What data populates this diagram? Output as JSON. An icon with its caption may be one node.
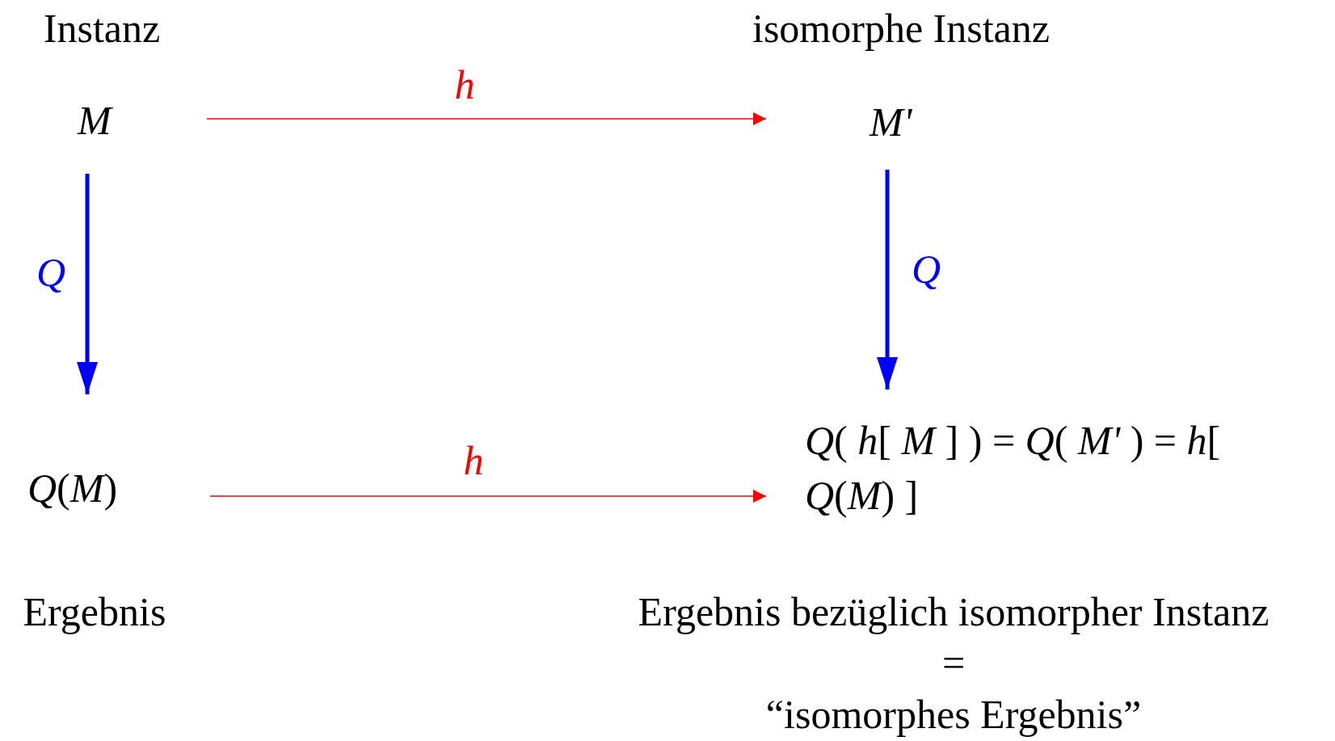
{
  "diagram": {
    "nodes": [
      {
        "text": [
          "M"
        ],
        "beside": [
          "Instanz"
        ]
      },
      {
        "text": [
          "M'"
        ],
        "beside": [
          "isomorphe Instanz"
        ]
      },
      {
        "text": [
          "*Q*(*M*)"
        ],
        "beside": [
          "Ergebnis"
        ]
      },
      {
        "text": [
          "*Q*( *h*[ *M* ] ) = *Q*( *M'* ) = *h*[ *Q*(*M*) ]"
        ],
        "beside": [
          "Ergebnis bezüglich isomorpher Instanz",
          "=",
          "“isomorphes Ergebnis”"
        ]
      }
    ],
    "edges": [
      {
        "from": 0,
        "to": 1,
        "arrow": "to",
        "label": "h",
        "color": "#ff0000"
      },
      {
        "from": 0,
        "to": 2,
        "arrow": "to",
        "label": "Q",
        "style": "thick",
        "color": "#0000ff"
      },
      {
        "from": 1,
        "to": 3,
        "arrow": "to",
        "label": "Q",
        "style": "thick",
        "color": "#0000ff"
      },
      {
        "from": 2,
        "to": 3,
        "arrow": "to",
        "label": "h",
        "color": "#ff0000"
      }
    ]
  }
}
